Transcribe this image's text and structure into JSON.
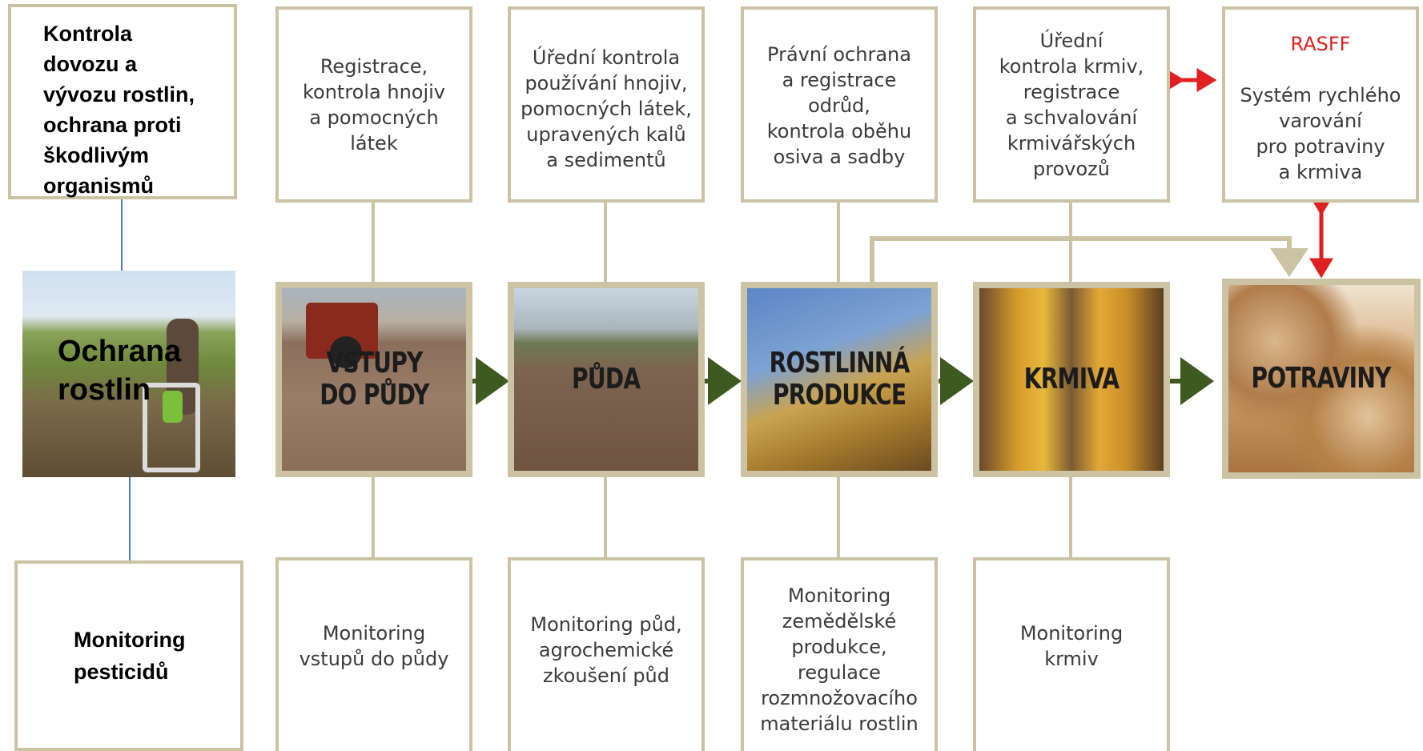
{
  "top_boxes": {
    "plant_import": "Kontrola\ndovozu a\nvývozu rostlin,\nochrana proti\nškodlivým\norganismů",
    "fertilizers": "Registrace,\nkontrola hnojiv\na pomocných\nlátek",
    "sludge": "Úřední kontrola\npoužívání hnojiv,\npomocných látek,\nupravených kalů\na sedimentů",
    "varieties": "Právní ochrana\na registrace\nodrůd,\nkontrola oběhu\nosiva a sadby",
    "feed_control": "Úřední\nkontrola krmiv,\nregistrace\na schvalování\nkrmivářských\nprovozů",
    "rasff_title": "RASFF",
    "rasff_text": "Systém rychlého\nvarování\npro potraviny\na krmiva"
  },
  "nodes": {
    "plant_protection": "Ochrana\nrostlin",
    "inputs": "VSTUPY\nDO PŮDY",
    "soil": "PŮDA",
    "crop": "ROSTLINNÁ\nPRODUKCE",
    "feed": "KRMIVA",
    "food": "POTRAVINY"
  },
  "bottom_boxes": {
    "pesticides": "Monitoring\npesticidů",
    "inputs_monitoring": "Monitoring\nvstupů do půdy",
    "soil_monitoring": "Monitoring půd,\nagrochemické\nzkoušení půd",
    "agri_monitoring": "Monitoring\nzemědělské\nprodukce,\nregulace\nrozmnožovacího\nmateriálu rostlin",
    "feed_monitoring": "Monitoring\nkrmiv"
  },
  "colors": {
    "box_border": "#cbc3a3",
    "flow_arrow": "#3f5a20",
    "rasff_arrow": "#e02020",
    "blue_line": "#4a7fbf"
  }
}
